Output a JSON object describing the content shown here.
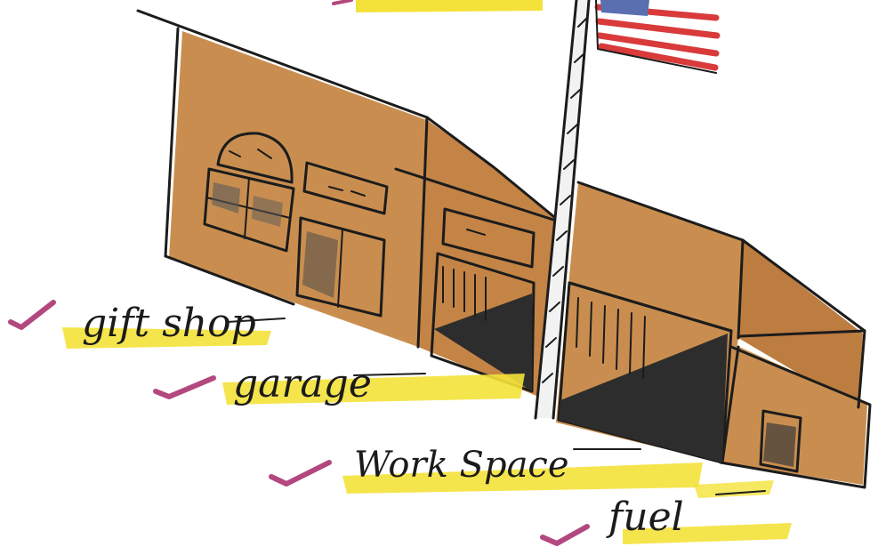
{
  "labels": {
    "gift_shop": "gift shop",
    "garage": "garage",
    "work_space": "Work Space",
    "fuel": "fuel"
  },
  "colors": {
    "wall_tan": "#c98e4f",
    "wall_shadow": "#b9793d",
    "highlighter_yellow": "#f4e23a",
    "check_magenta": "#b3487f",
    "ink": "#1c1c1c",
    "flag_red": "#d93a3a",
    "flag_blue": "#5a6fb0"
  },
  "icons": {
    "checkmark": "checkmark-icon",
    "flag": "american-flag-icon"
  }
}
